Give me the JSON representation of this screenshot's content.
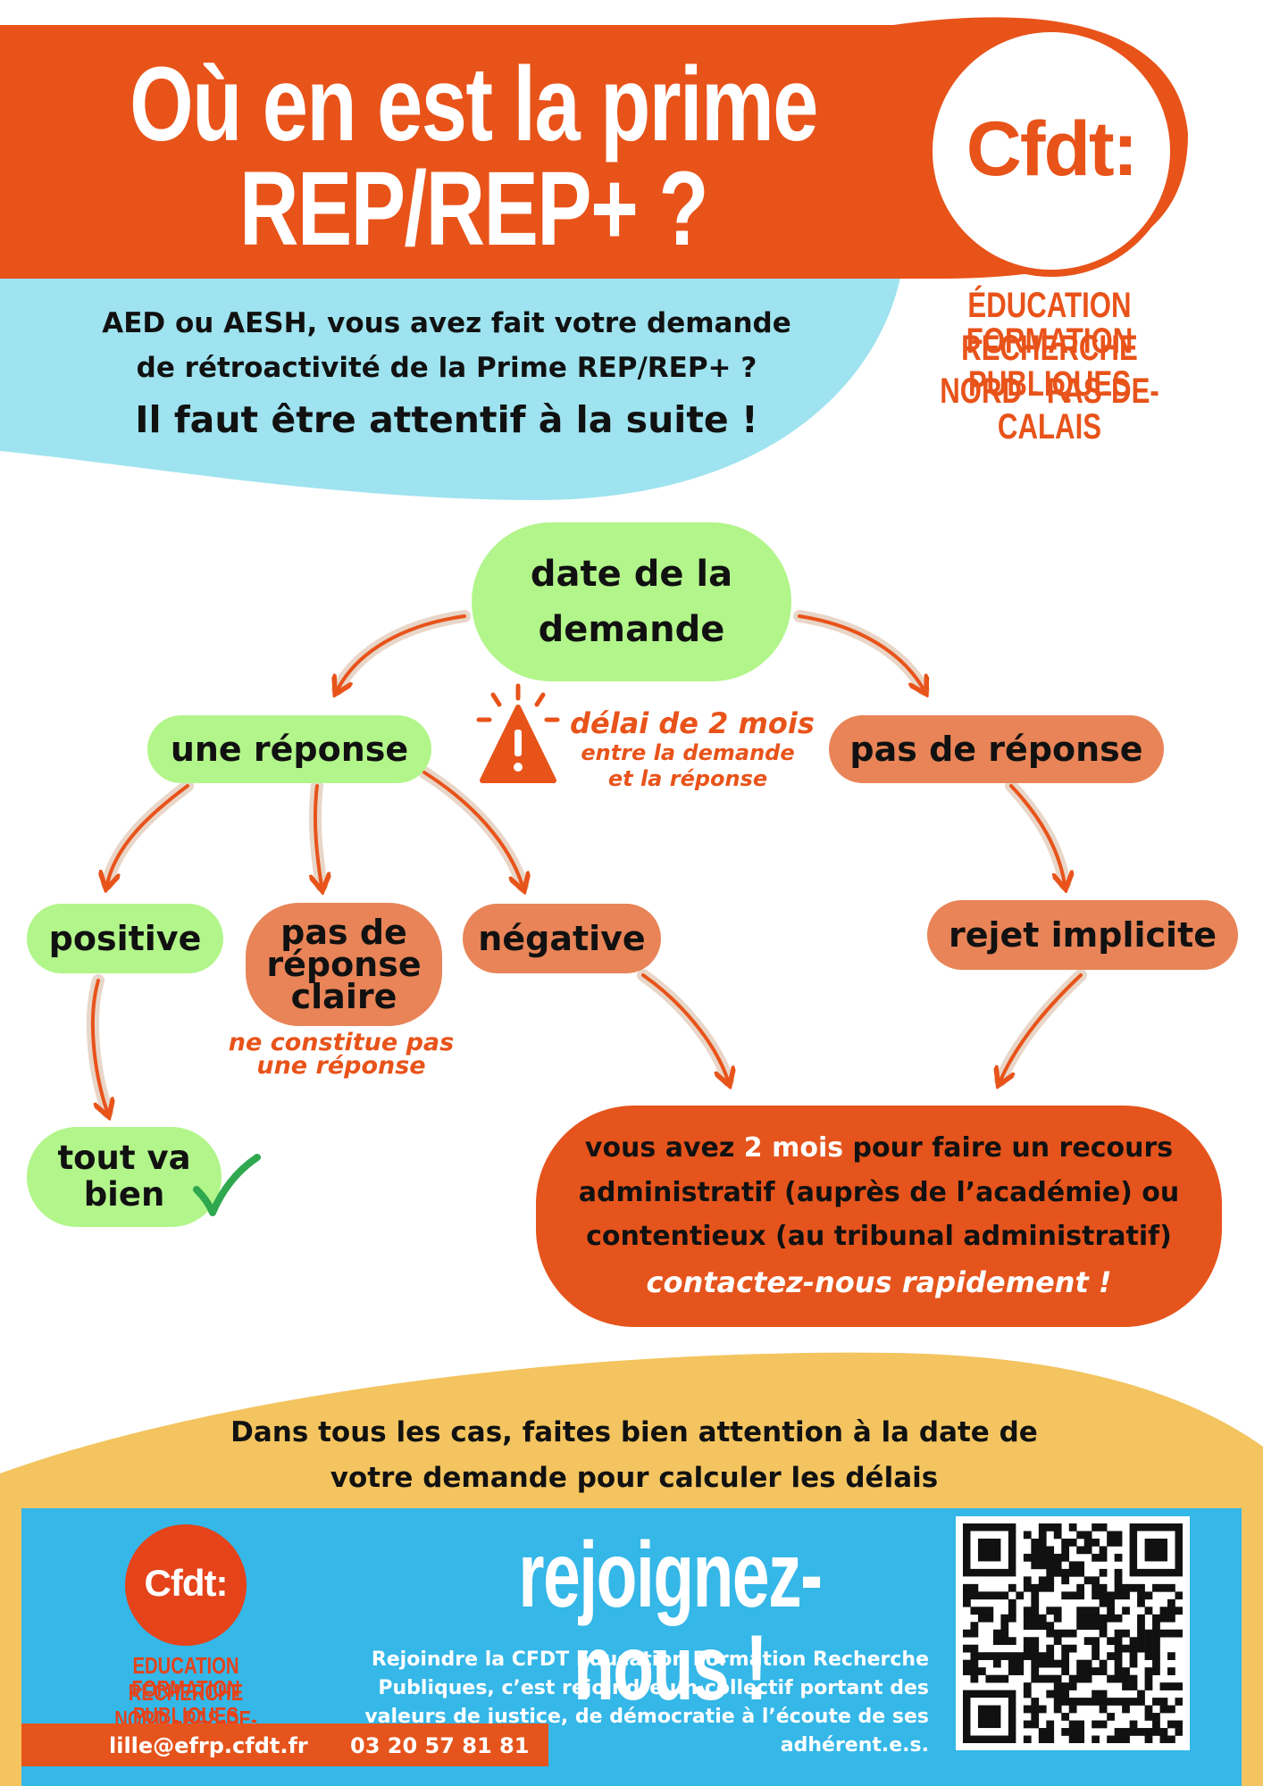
{
  "header": {
    "title_line1": "Où en est la prime",
    "title_line2": "REP/REP+ ?",
    "logo_text": "Cfdt:",
    "org_lines": [
      "ÉDUCATION FORMATION",
      "RECHERCHE PUBLIQUES",
      "NORD - PAS-DE-CALAIS"
    ]
  },
  "intro": {
    "line1": "AED ou AESH, vous avez fait votre demande",
    "line2": "de rétroactivité de la Prime REP/REP+ ?",
    "line3": "Il faut être attentif à la suite !"
  },
  "flow": {
    "start": "date de la demande",
    "branch_response": "une réponse",
    "branch_no_response": "pas de réponse",
    "delay_main": "délai de 2 mois",
    "delay_sub1": "entre la demande",
    "delay_sub2": "et la réponse",
    "positive": "positive",
    "unclear": "pas de réponse claire",
    "unclear_note1": "ne constitue pas",
    "unclear_note2": "une réponse",
    "negative": "négative",
    "implicit_rejection": "rejet implicite",
    "all_good": "tout va bien",
    "recourse": {
      "line1_a": "vous avez ",
      "line1_highlight": "2 mois",
      "line1_b": " pour faire un recours",
      "line2": "administratif (auprès de l’académie) ou",
      "line3": "contentieux (au tribunal administratif)",
      "cta": "contactez-nous rapidement !"
    }
  },
  "bottom": {
    "line1": "Dans tous les cas, faites bien attention à la date de",
    "line2": "votre demande pour calculer les délais"
  },
  "footer": {
    "logo_text": "Cfdt:",
    "org_lines": [
      "EDUCATION FORMATION",
      "RECHERCHE PUBLIQUES",
      "NORD - PAS-DE-CALAIS"
    ],
    "join_title": "rejoignez-nous !",
    "join_text": [
      "Rejoindre la CFDT Education Formation Recherche",
      "Publiques, c’est rejoindre un collectif portant des",
      "valeurs de justice,  de démocratie à l’écoute de ses",
      "adhérent.e.s."
    ],
    "email": "lille@efrp.cfdt.fr",
    "phone": "03 20 57 81 81"
  },
  "colors": {
    "brand_orange": "#e8531a",
    "light_blue": "#9ee3ef",
    "green": "#b2f58a",
    "salmon": "#e88457",
    "red_orange": "#e5541c",
    "yellow": "#f3c45f",
    "footer_blue": "#35b7e8",
    "check_green": "#2fa84f"
  },
  "icons": [
    "warning-icon",
    "checkmark-icon",
    "qr-code-icon"
  ]
}
